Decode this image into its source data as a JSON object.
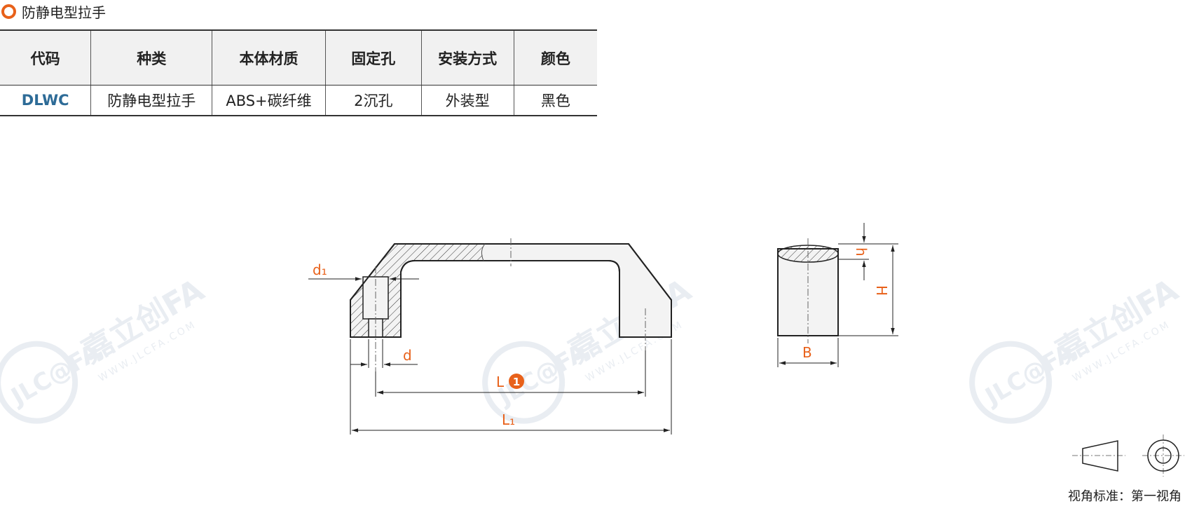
{
  "header": {
    "title": "防静电型拉手"
  },
  "table": {
    "columns": [
      "代码",
      "种类",
      "本体材质",
      "固定孔",
      "安装方式",
      "颜色"
    ],
    "rows": [
      [
        "DLWC",
        "防静电型拉手",
        "ABS+碳纤维",
        "2沉孔",
        "外装型",
        "黑色"
      ]
    ]
  },
  "drawing": {
    "labels": {
      "d1": "d₁",
      "d": "d",
      "L": "L",
      "L_marker": "1",
      "L1": "L₁",
      "h": "h",
      "H": "H",
      "B": "B"
    }
  },
  "watermark": {
    "brand": "嘉立创FA",
    "logo": "JLC@FA",
    "url": "WWW.JLCFA.COM"
  },
  "footer": {
    "view_note": "视角标准：第一视角"
  },
  "colors": {
    "accent": "#e8611a",
    "code": "#2d6b97",
    "header_bg": "#f1f1f1"
  }
}
